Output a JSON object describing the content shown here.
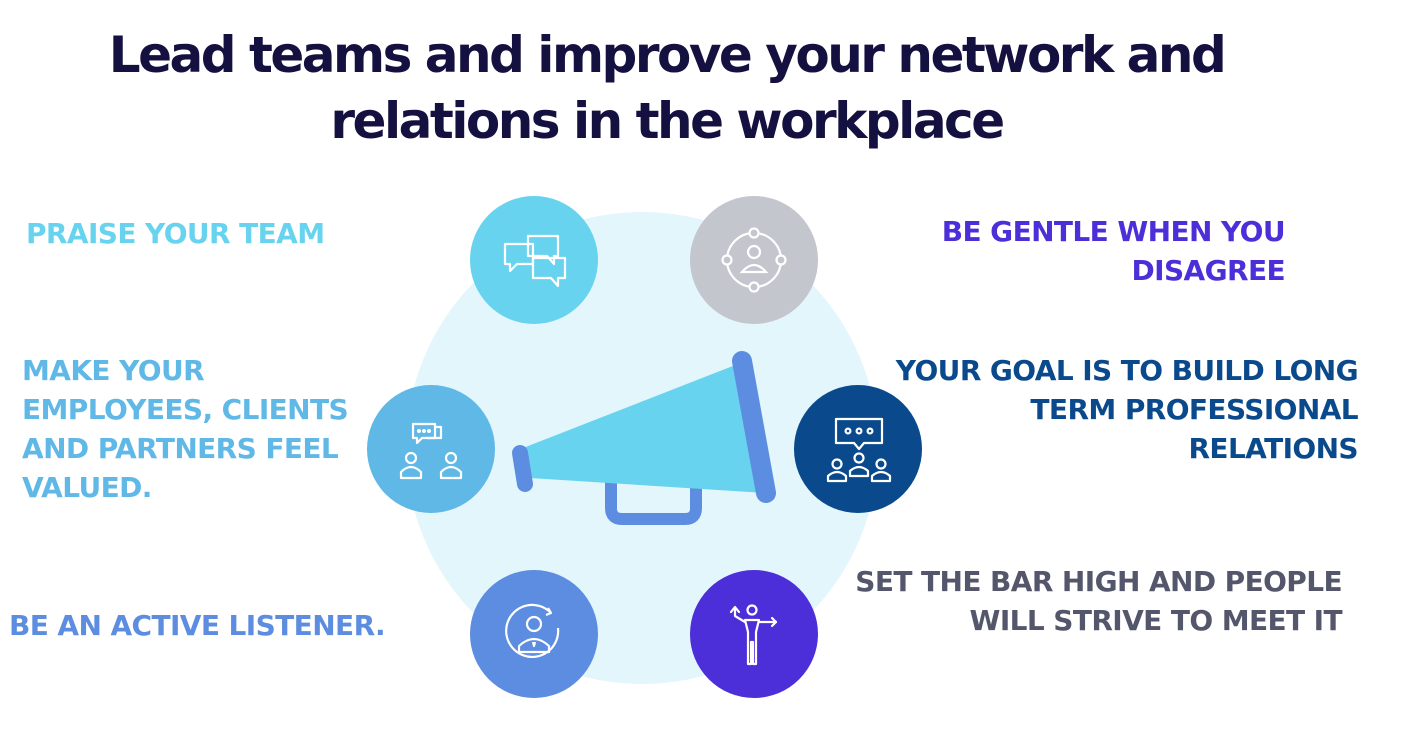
{
  "title": {
    "line1": "Lead teams and improve your network and",
    "line2": "relations in the workplace"
  },
  "items": [
    {
      "lines": [
        "PRAISE YOUR TEAM"
      ],
      "color": "#68d3ef",
      "icon": "speech-bubbles-icon"
    },
    {
      "lines": [
        "BE GENTLE WHEN YOU",
        "DISAGREE"
      ],
      "color": "#4c2fd9",
      "icon": "person-network-icon"
    },
    {
      "lines": [
        "MAKE YOUR",
        "EMPLOYEES, CLIENTS",
        "AND PARTNERS  FEEL",
        "VALUED."
      ],
      "color": "#5fb8e6",
      "icon": "people-chat-icon"
    },
    {
      "lines": [
        "YOUR GOAL IS TO BUILD LONG",
        "TERM PROFESSIONAL",
        "RELATIONS"
      ],
      "color": "#0a4a8c",
      "icon": "group-discussion-icon"
    },
    {
      "lines": [
        "BE AN ACTIVE LISTENER."
      ],
      "color": "#5d8de0",
      "icon": "person-cycle-icon"
    },
    {
      "lines": [
        "SET THE BAR HIGH AND PEOPLE",
        "WILL  STRIVE TO MEET IT"
      ],
      "color": "#54566b",
      "icon": "person-directions-icon"
    }
  ],
  "colors": {
    "title": "#14103f",
    "background_circle": "#e3f6fc",
    "megaphone_cone": "#68d3ef",
    "megaphone_accent": "#5d8de0",
    "circle_praise": "#68d3ef",
    "circle_gentle": "#c3c6cd",
    "circle_valued": "#5fb8e6",
    "circle_goal": "#0a4a8c",
    "circle_listener": "#5d8de0",
    "circle_bar": "#4c2fd9"
  },
  "center_icon": "megaphone-icon"
}
